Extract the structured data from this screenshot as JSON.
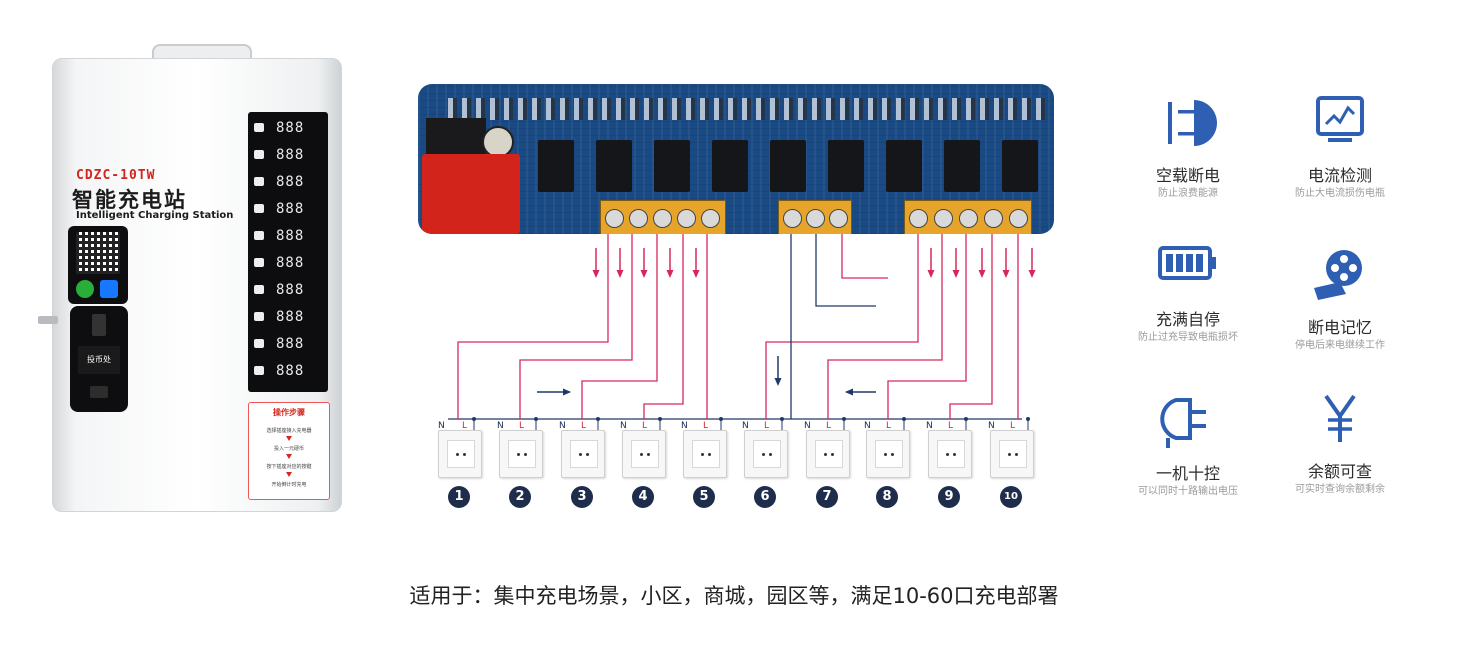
{
  "device": {
    "model": "CDZC-10TW",
    "title_cn": "智能充电站",
    "title_en": "Intelligent Charging Station",
    "coin_label": "投币处",
    "display_value": "888",
    "steps": {
      "title": "操作步骤",
      "items": [
        "选择插座接入充电器",
        "投入一元硬币",
        "按下插座对应的按键",
        "开始倒计时充电"
      ]
    }
  },
  "sockets": {
    "n_label": "N",
    "l_label": "L",
    "numbers": [
      "1",
      "2",
      "3",
      "4",
      "5",
      "6",
      "7",
      "8",
      "9",
      "10"
    ]
  },
  "features": [
    {
      "icon": "power-plug-icon",
      "title": "空载断电",
      "subtitle": "防止浪费能源"
    },
    {
      "icon": "monitor-chart-icon",
      "title": "电流检测",
      "subtitle": "防止大电流损伤电瓶"
    },
    {
      "icon": "battery-full-icon",
      "title": "充满自停",
      "subtitle": "防止过充导致电瓶损坏"
    },
    {
      "icon": "film-reel-icon",
      "title": "断电记忆",
      "subtitle": "停电后来电继续工作"
    },
    {
      "icon": "plug-connector-icon",
      "title": "一机十控",
      "subtitle": "可以同时十路输出电压"
    },
    {
      "icon": "yen-icon",
      "title": "余额可查",
      "subtitle": "可实时查询余额剩余"
    }
  ],
  "colors": {
    "line_red": "#d8285a",
    "line_navy": "#1f3a6a",
    "icon_blue": "#2f5fb3"
  },
  "caption": "适用于：集中充电场景，小区，商城，园区等，满足10-60口充电部署"
}
